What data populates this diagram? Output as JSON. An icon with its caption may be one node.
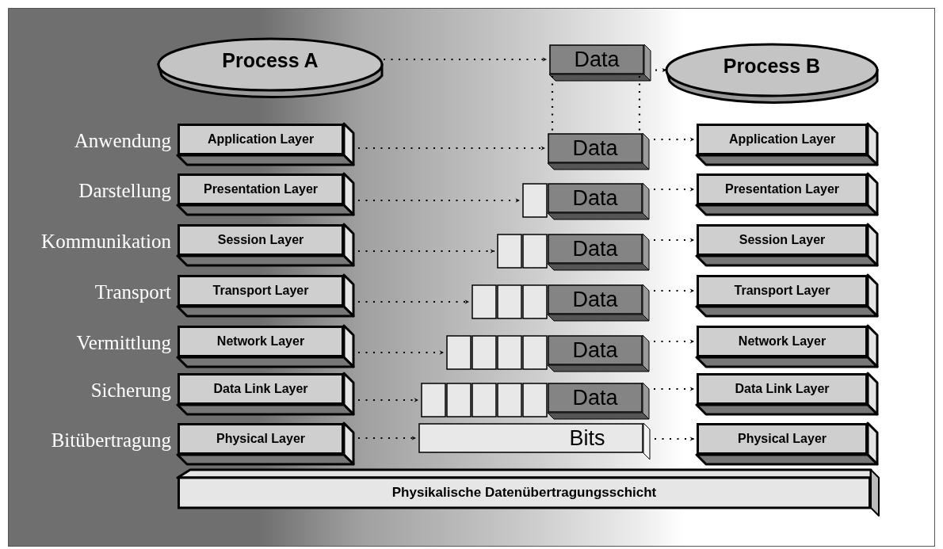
{
  "diagram": {
    "nodes": [
      {
        "text": [
          "Process A"
        ]
      },
      {
        "text": [
          "Data"
        ]
      },
      {
        "text": [
          "Process B"
        ]
      },
      {
        "text": [
          "Application Layer"
        ],
        "beside": [
          "Anwendung"
        ]
      },
      {
        "text": [
          "Data"
        ]
      },
      {
        "text": [
          "Application Layer"
        ]
      },
      {
        "text": [
          "Presentation Layer"
        ],
        "beside": [
          "Darstellung"
        ]
      },
      {
        "text": [],
        "shape": "box"
      },
      {
        "text": [
          "Data"
        ]
      },
      {
        "text": [
          "Presentation Layer"
        ]
      },
      {
        "text": [
          "Session Layer"
        ],
        "beside": [
          "Kommunikation"
        ]
      },
      {
        "text": [],
        "shape": "box"
      },
      {
        "text": [],
        "shape": "box"
      },
      {
        "text": [
          "Data"
        ]
      },
      {
        "text": [
          "Session Layer"
        ]
      },
      {
        "text": [
          "Transport Layer"
        ],
        "beside": [
          "Transport"
        ]
      },
      {
        "text": [],
        "shape": "box"
      },
      {
        "text": [],
        "shape": "box"
      },
      {
        "text": [],
        "shape": "box"
      },
      {
        "text": [
          "Data"
        ]
      },
      {
        "text": [
          "Transport Layer"
        ]
      },
      {
        "text": [
          "Network Layer"
        ],
        "beside": [
          "Vermittlung"
        ]
      },
      {
        "text": [],
        "shape": "box"
      },
      {
        "text": [],
        "shape": "box"
      },
      {
        "text": [],
        "shape": "box"
      },
      {
        "text": [],
        "shape": "box"
      },
      {
        "text": [
          "Data"
        ]
      },
      {
        "text": [
          "Network Layer"
        ]
      },
      {
        "text": [
          "Data Link Layer"
        ],
        "beside": [
          "Sicherung"
        ]
      },
      {
        "text": [],
        "shape": "box"
      },
      {
        "text": [],
        "shape": "box"
      },
      {
        "text": [],
        "shape": "box"
      },
      {
        "text": [],
        "shape": "box"
      },
      {
        "text": [],
        "shape": "box"
      },
      {
        "text": [
          "Data"
        ]
      },
      {
        "text": [
          "Data Link Layer"
        ]
      },
      {
        "text": [
          "Physical Layer"
        ],
        "beside": [
          "Bitübertragung"
        ]
      },
      {
        "text": [
          "Bits"
        ]
      },
      {
        "text": [
          "Physical Layer"
        ]
      },
      {
        "text": [
          "Physikalische Datenübertragungsschicht"
        ]
      }
    ],
    "edges": [
      {
        "from": 0,
        "to": 1,
        "arrow": "to"
      },
      {
        "from": 1,
        "to": 2,
        "arrow": "to"
      },
      {
        "from": 1,
        "to": 4,
        "arrow": "none"
      },
      {
        "from": 1,
        "to": 4,
        "arrow": "none"
      },
      {
        "from": 3,
        "to": 4,
        "arrow": "to"
      },
      {
        "from": 4,
        "to": 5,
        "arrow": "to"
      },
      {
        "from": 6,
        "to": 7,
        "arrow": "to"
      },
      {
        "from": 8,
        "to": 9,
        "arrow": "to"
      },
      {
        "from": 10,
        "to": 11,
        "arrow": "to"
      },
      {
        "from": 13,
        "to": 14,
        "arrow": "to"
      },
      {
        "from": 15,
        "to": 16,
        "arrow": "to"
      },
      {
        "from": 19,
        "to": 20,
        "arrow": "to"
      },
      {
        "from": 21,
        "to": 22,
        "arrow": "to"
      },
      {
        "from": 26,
        "to": 27,
        "arrow": "to"
      },
      {
        "from": 28,
        "to": 29,
        "arrow": "to"
      },
      {
        "from": 34,
        "to": 35,
        "arrow": "to"
      },
      {
        "from": 36,
        "to": 37,
        "arrow": "to"
      },
      {
        "from": 37,
        "to": 38,
        "arrow": "to"
      }
    ]
  }
}
